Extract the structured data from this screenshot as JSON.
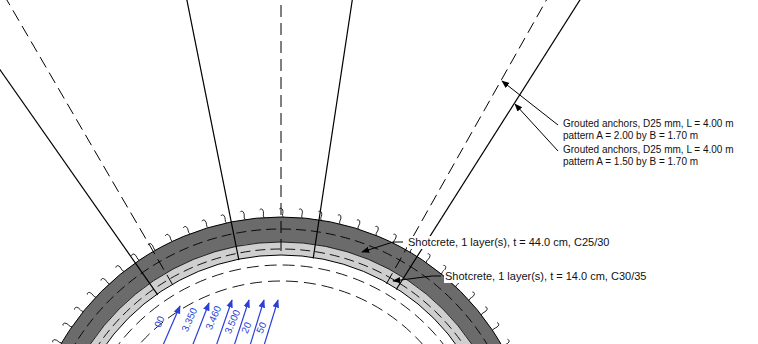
{
  "diagram": {
    "labels": [
      "Shotcrete, 1 layer(s), t = 44.0 cm, C25/30",
      "Shotcrete, 1 layer(s), t = 14.0 cm, C30/35",
      "Grouted anchors, D25 mm, L = 4.00 m",
      "pattern A = 2.00 by B = 1.70 m",
      "Grouted anchors, D25 mm, L = 4.00 m",
      "pattern A = 1.50 by B = 1.70 m",
      "00",
      "3.350",
      "3.460",
      "3.500",
      "20",
      "50"
    ]
  }
}
